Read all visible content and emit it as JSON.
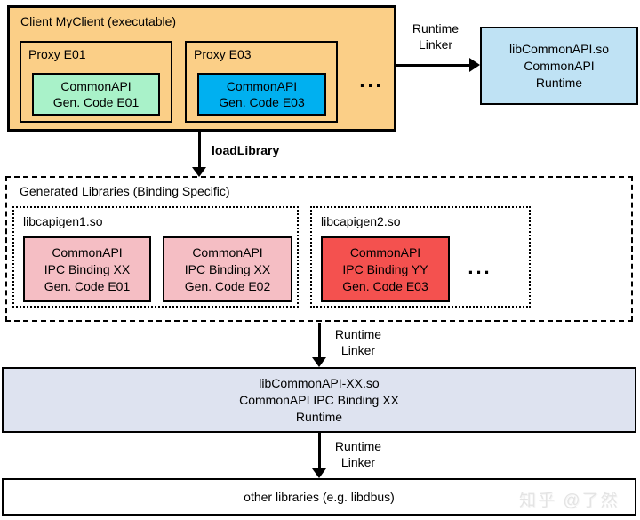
{
  "colors": {
    "client": "#FBCF87",
    "gen_code_e01": "#A9F2C9",
    "gen_code_e03": "#00B0F0",
    "runtime_lib": "#BFE2F4",
    "ipc_gen_code": "#F5BEC4",
    "ipc_gen_code_yy": "#F4514F",
    "ipc_runtime": "#DEE3F0",
    "other_libs": "#FFFFFF"
  },
  "client": {
    "title": "Client MyClient (executable)",
    "proxies": [
      {
        "title": "Proxy E01",
        "code": "CommonAPI\nGen. Code E01"
      },
      {
        "title": "Proxy E03",
        "code": "CommonAPI\nGen. Code E03"
      }
    ],
    "ellipsis": "..."
  },
  "arrows": {
    "runtime_linker_top": "Runtime\nLinker",
    "load_library": "loadLibrary",
    "runtime_linker_mid": "Runtime\nLinker",
    "runtime_linker_bottom": "Runtime\nLinker"
  },
  "runtime_box": {
    "text": "libCommonAPI.so\nCommonAPI\nRuntime"
  },
  "generated": {
    "title": "Generated Libraries (Binding Specific)",
    "libs": [
      {
        "name": "libcapigen1.so",
        "modules": [
          "CommonAPI\nIPC Binding XX\nGen. Code E01",
          "CommonAPI\nIPC Binding XX\nGen. Code E02"
        ]
      },
      {
        "name": "libcapigen2.so",
        "modules": [
          "CommonAPI\nIPC Binding YY\nGen. Code E03"
        ],
        "ellipsis": "..."
      }
    ]
  },
  "ipc_box": {
    "text": "libCommonAPI-XX.so\nCommonAPI IPC Binding XX\nRuntime"
  },
  "other_box": {
    "text": "other libraries (e.g. libdbus)"
  },
  "watermark": {
    "text": "知乎 @了然"
  }
}
